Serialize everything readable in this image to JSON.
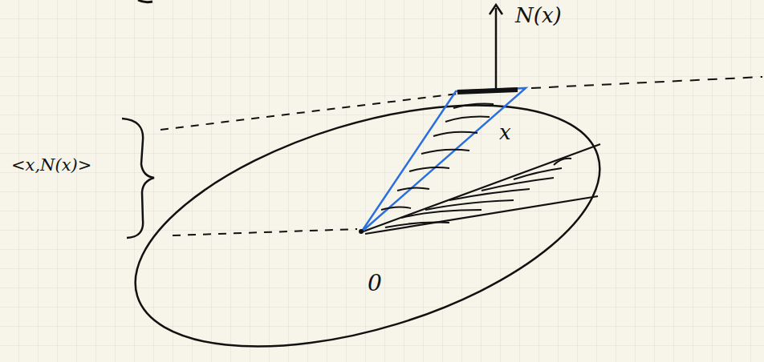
{
  "diagram": {
    "labels": [
      "N(x)",
      "x",
      "<x,N(x)>",
      "0"
    ]
  }
}
